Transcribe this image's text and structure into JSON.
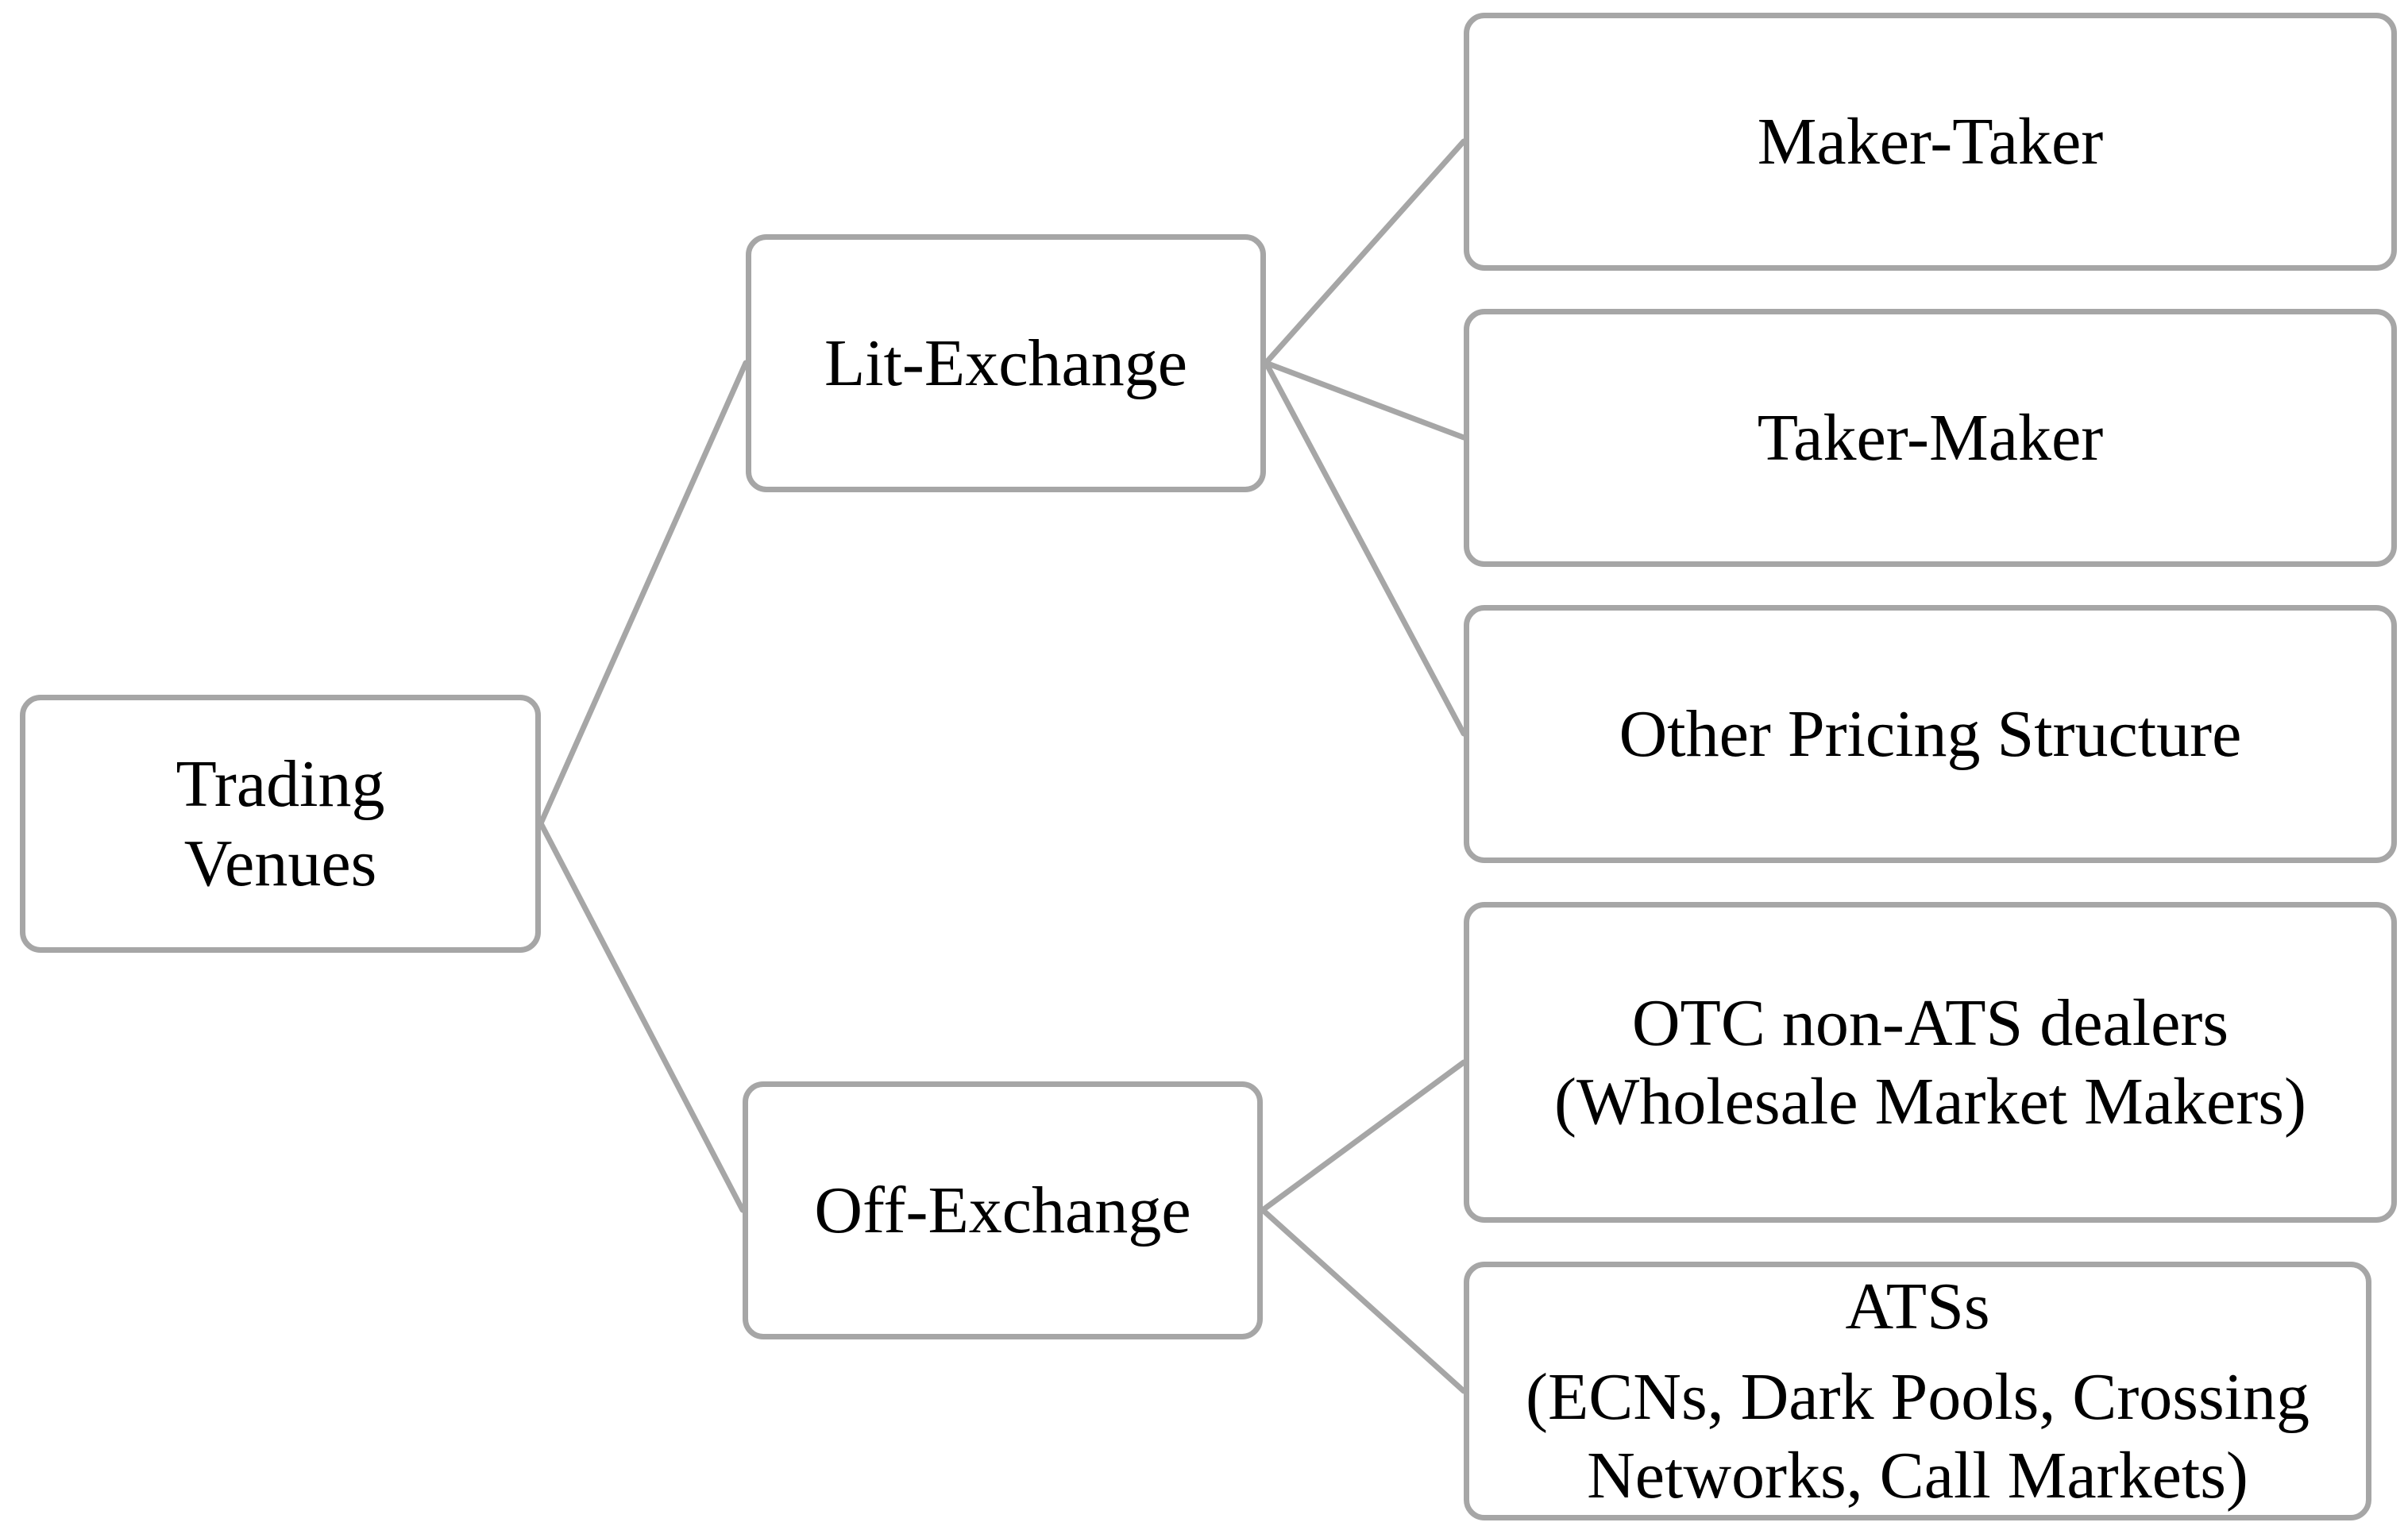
{
  "diagram": {
    "root": {
      "lines": [
        "Trading",
        "Venues"
      ]
    },
    "lit_exchange": {
      "label": "Lit-Exchange"
    },
    "off_exchange": {
      "label": "Off-Exchange"
    },
    "lit_children": [
      {
        "label": "Maker-Taker"
      },
      {
        "label": "Taker-Maker"
      },
      {
        "label": "Other Pricing Structure"
      }
    ],
    "off_children": {
      "otc": {
        "lines": [
          "OTC non-ATS dealers",
          "(Wholesale Market Makers)"
        ]
      },
      "ats": {
        "title": "ATSs",
        "lines": [
          "(ECNs, Dark Pools, Crossing",
          "Networks, Call Markets)"
        ]
      }
    },
    "colors": {
      "border": "#a6a6a6",
      "connector": "#a6a6a6",
      "text": "#000000"
    }
  }
}
